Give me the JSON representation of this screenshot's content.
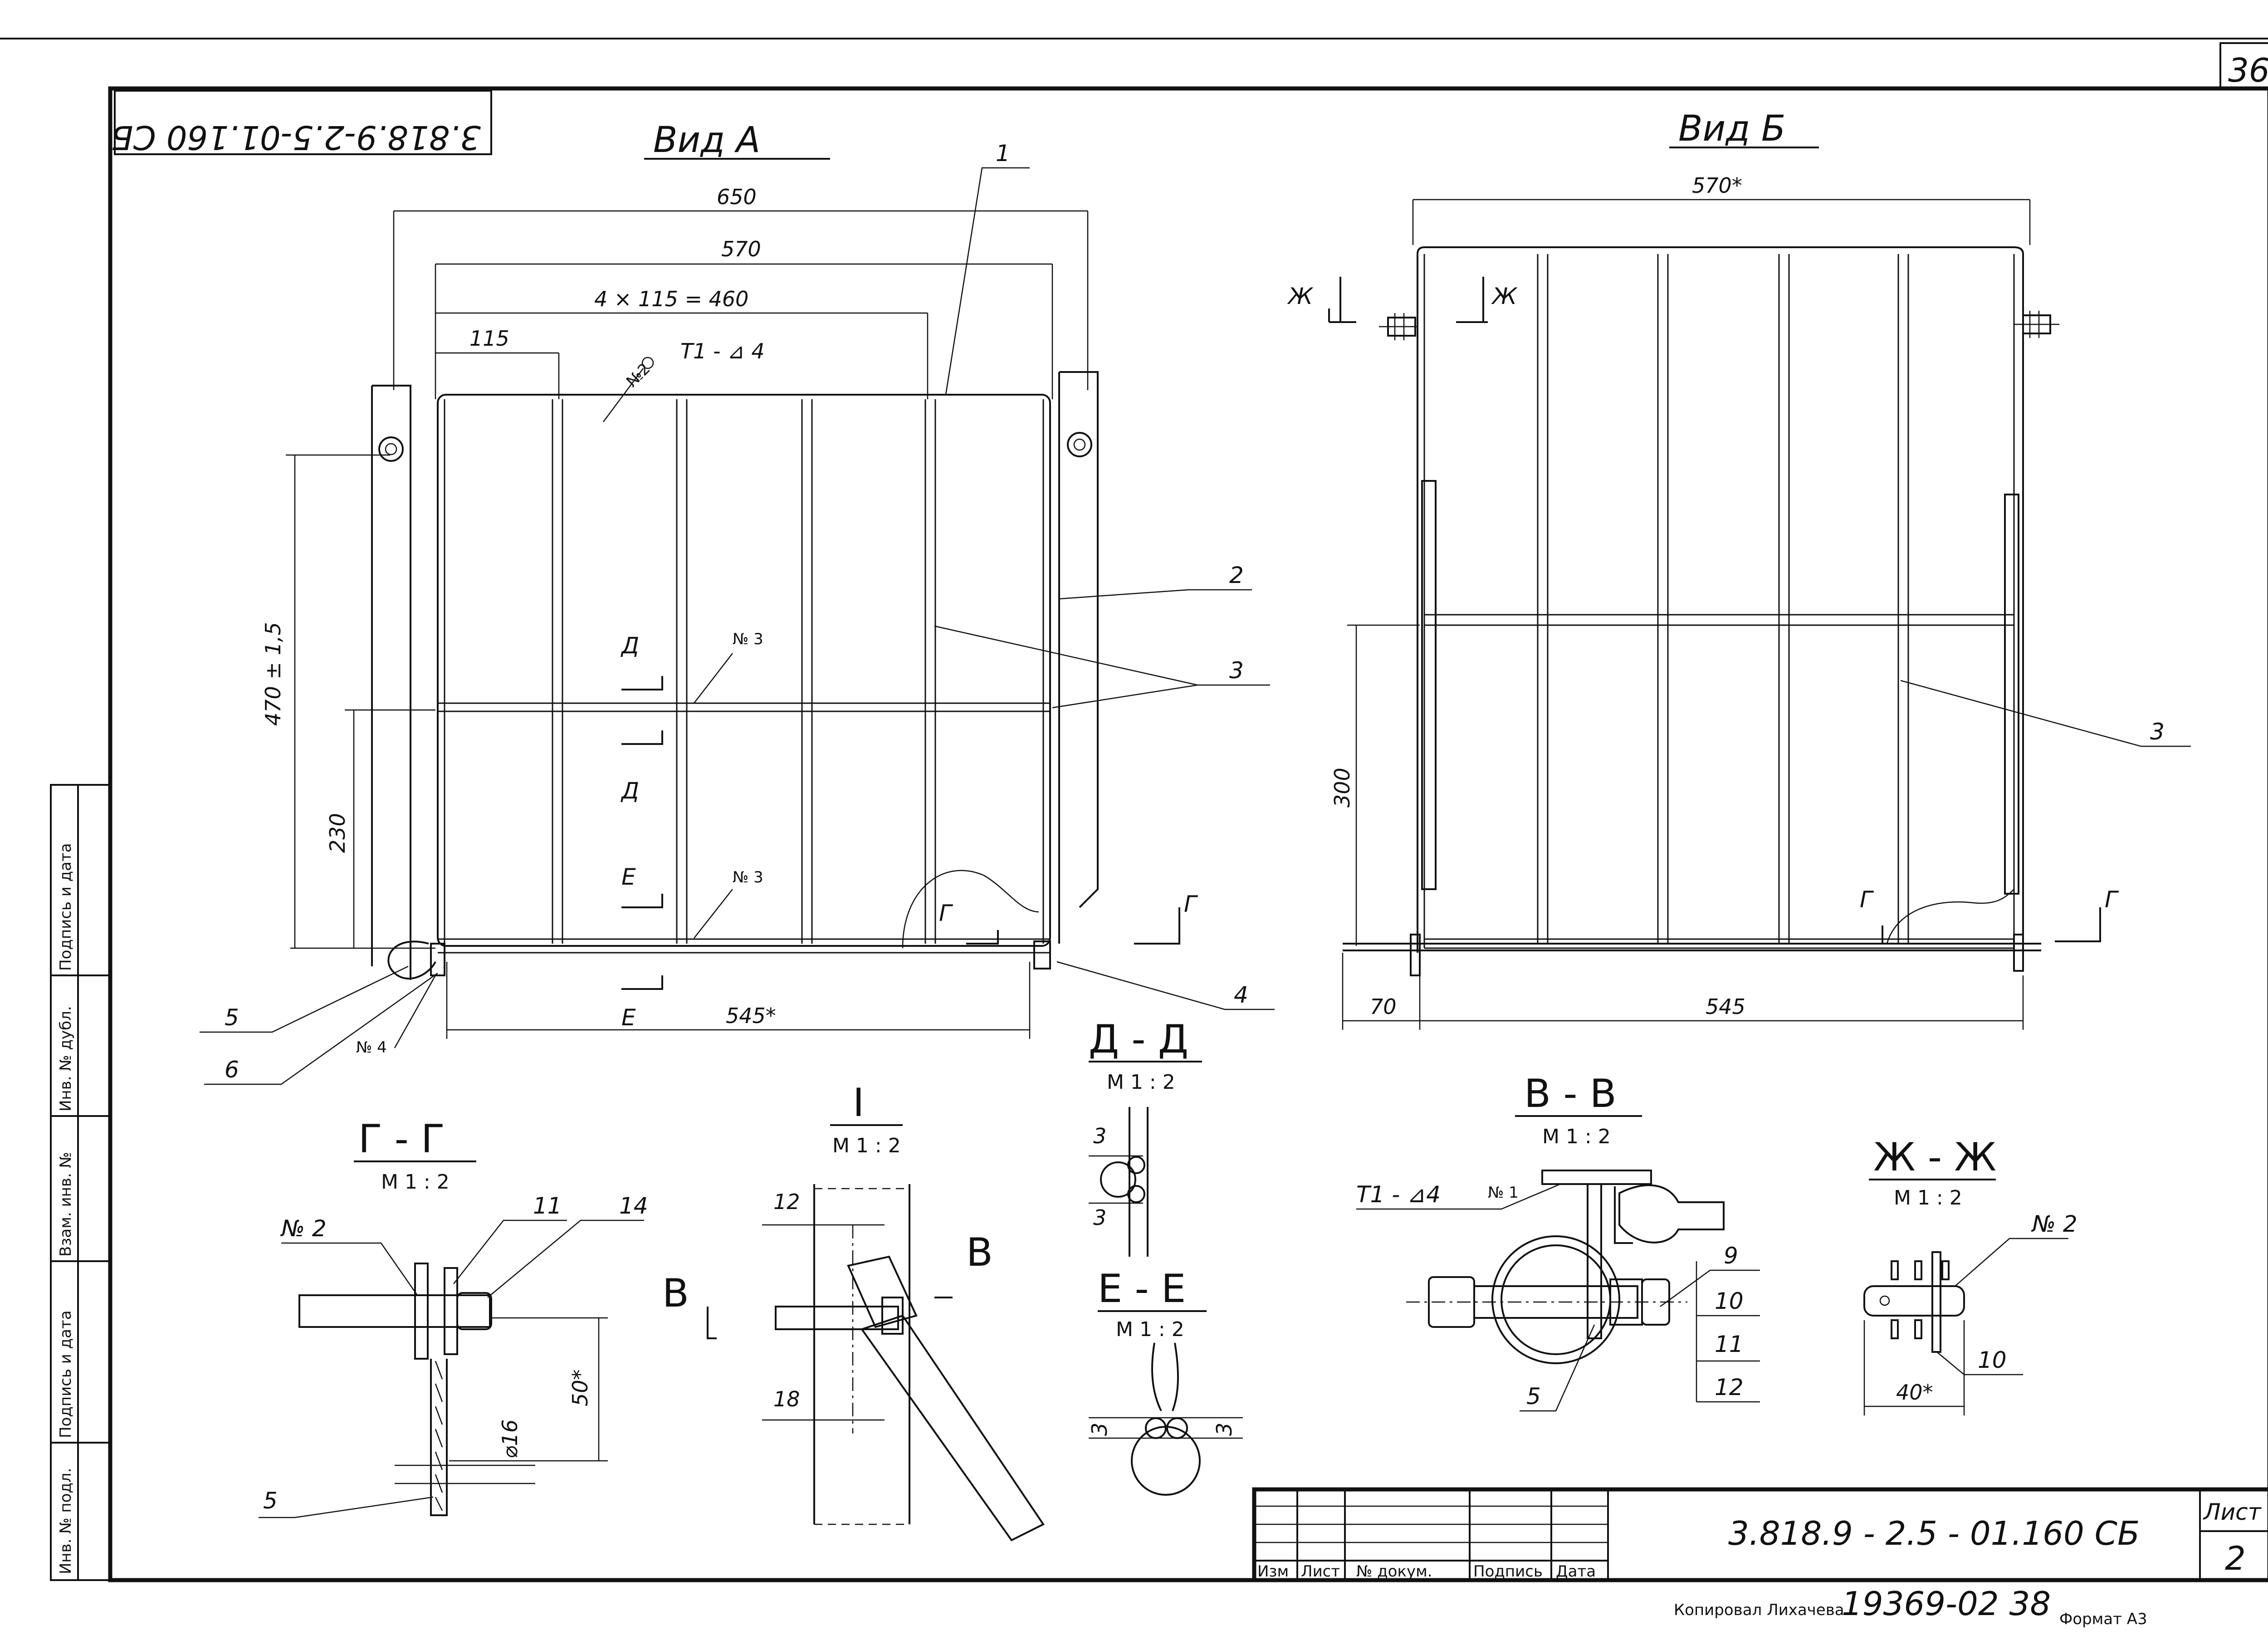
{
  "sheet": {
    "page_number": "36",
    "rotated_code": "3.818.9-2.5-01.160 СБ",
    "side_columns": [
      "Инв. № подл.",
      "Подпись и дата",
      "Взам. инв. №",
      "Инв. № дубл.",
      "Подпись и дата"
    ]
  },
  "view_a": {
    "title": "Вид А",
    "dims": {
      "overall": "650",
      "inner": "570",
      "pitch": "4 × 115 = 460",
      "first": "115",
      "height": "470 ± 1,5",
      "mid": "230",
      "bottom": "545*"
    },
    "weld_note": "Т1 - ⊿ 4",
    "notes": {
      "n2": "№2",
      "n3a": "№ 3",
      "n3b": "№ 3",
      "n4": "№ 4"
    },
    "cuts": {
      "d": "Д",
      "e": "Е",
      "g": "Г"
    },
    "leaders": {
      "p1": "1",
      "p2": "2",
      "p3": "3",
      "p4": "4",
      "p5": "5",
      "p6": "6"
    }
  },
  "view_b": {
    "title": "Вид Б",
    "dims": {
      "width": "570*",
      "height": "300",
      "left": "70",
      "bottom": "545"
    },
    "cuts": {
      "zh": "Ж",
      "g": "Г"
    },
    "leaders": {
      "p3": "3"
    }
  },
  "section_gg": {
    "title": "Г - Г",
    "scale": "М 1 : 2",
    "note": "№ 2",
    "p11": "11",
    "p14": "14",
    "p5": "5",
    "dia": "⌀16",
    "dim50": "50*"
  },
  "detail_i": {
    "title": "I",
    "scale": "М 1 : 2",
    "d12": "12",
    "d18": "18",
    "cut": "В"
  },
  "section_dd": {
    "title": "Д - Д",
    "scale": "М 1 : 2",
    "d3a": "3",
    "d3b": "3"
  },
  "section_ee": {
    "title": "Е - Е",
    "scale": "М 1 : 2",
    "d3a": "3",
    "d3b": "3"
  },
  "section_vv": {
    "title": "В - В",
    "scale": "М 1 : 2",
    "weld": "Т1 - ⊿4",
    "note": "№ 1",
    "p9": "9",
    "p10": "10",
    "p11": "11",
    "p12": "12",
    "p5": "5"
  },
  "section_zh": {
    "title": "Ж - Ж",
    "scale": "М 1 : 2",
    "note": "№ 2",
    "p10": "10",
    "dim40": "40*"
  },
  "title_block": {
    "code": "3.818.9 - 2.5 - 01.160 СБ",
    "sheet_label": "Лист",
    "sheet_no": "2",
    "columns": [
      "Изм",
      "Лист",
      "№ докум.",
      "Подпись",
      "Дата"
    ]
  },
  "footer": {
    "copied": "Копировал Лихачева",
    "order": "19369-02 38",
    "format": "Формат А3"
  }
}
